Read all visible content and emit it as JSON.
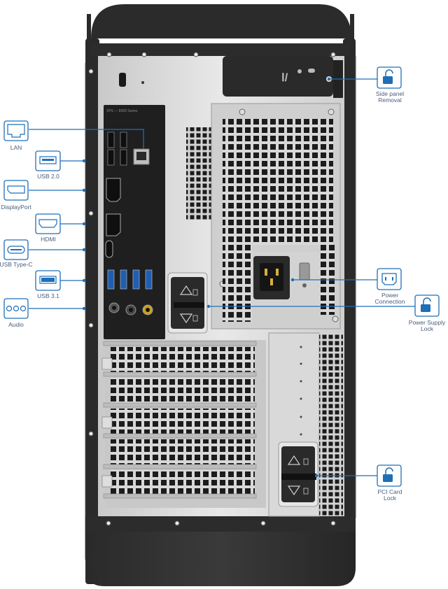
{
  "accent_color": "#1f6fb8",
  "left_ports": [
    {
      "id": "lan",
      "label": "LAN",
      "icon": "ethernet-port-icon"
    },
    {
      "id": "usb2",
      "label": "USB 2.0",
      "icon": "usb-port-icon"
    },
    {
      "id": "displayport",
      "label": "DisplayPort",
      "icon": "displayport-icon"
    },
    {
      "id": "hdmi",
      "label": "HDMI",
      "icon": "hdmi-port-icon"
    },
    {
      "id": "usbc",
      "label": "USB Type-C",
      "icon": "usb-c-port-icon"
    },
    {
      "id": "usb31",
      "label": "USB 3.1",
      "icon": "usb-3-port-icon"
    },
    {
      "id": "audio",
      "label": "Audio",
      "icon": "audio-jack-icon"
    }
  ],
  "right_callouts": [
    {
      "id": "side_panel",
      "label_lines": [
        "Side panel",
        "Removal"
      ],
      "icon": "unlock-icon"
    },
    {
      "id": "power_conn",
      "label_lines": [
        "Power",
        "Connection"
      ],
      "icon": "power-connector-icon"
    },
    {
      "id": "psu_lock",
      "label_lines": [
        "Power Supply",
        "Lock"
      ],
      "icon": "unlock-icon"
    },
    {
      "id": "pci_lock",
      "label_lines": [
        "PCI Card",
        "Lock"
      ],
      "icon": "unlock-icon"
    }
  ],
  "io_plate_text": "XPS — 8930 Series"
}
